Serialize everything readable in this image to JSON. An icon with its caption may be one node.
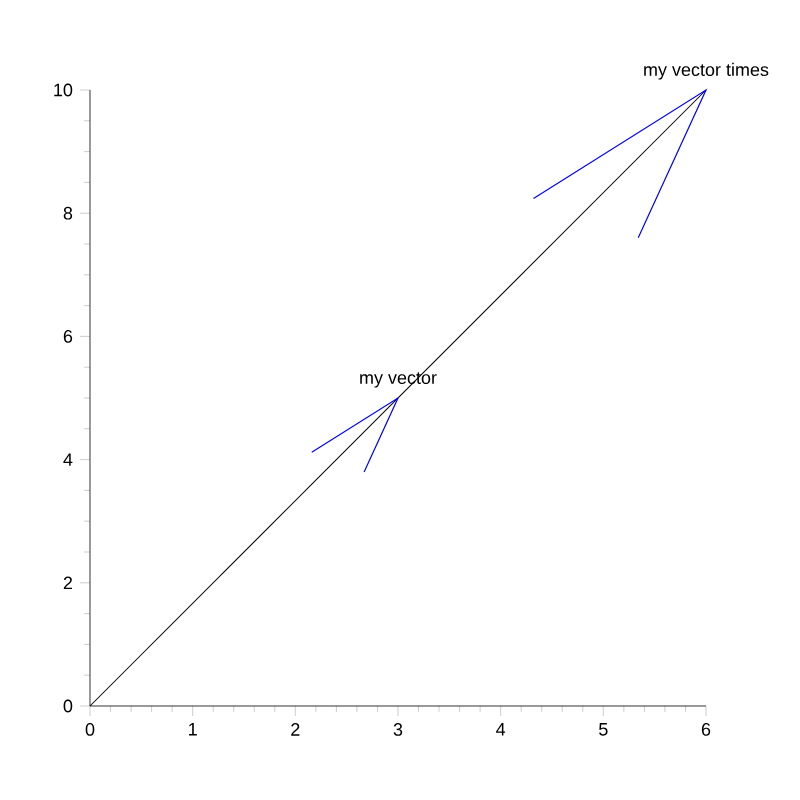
{
  "diagram": {
    "chart_data": {
      "type": "line",
      "x": [
        0,
        6
      ],
      "series": [
        {
          "color": "#000000",
          "values": [
            0,
            10
          ]
        }
      ],
      "xlim": [
        0,
        6
      ],
      "ylim": [
        0,
        10
      ],
      "xticks": [
        0,
        1,
        2,
        3,
        4,
        5,
        6
      ],
      "yticks": [
        0,
        2,
        4,
        6,
        8,
        10
      ],
      "annotations": [
        {
          "text": "my vector",
          "x": 3,
          "y": 5
        },
        {
          "text": "my vector times",
          "x": 6,
          "y": 10
        }
      ]
    }
  }
}
